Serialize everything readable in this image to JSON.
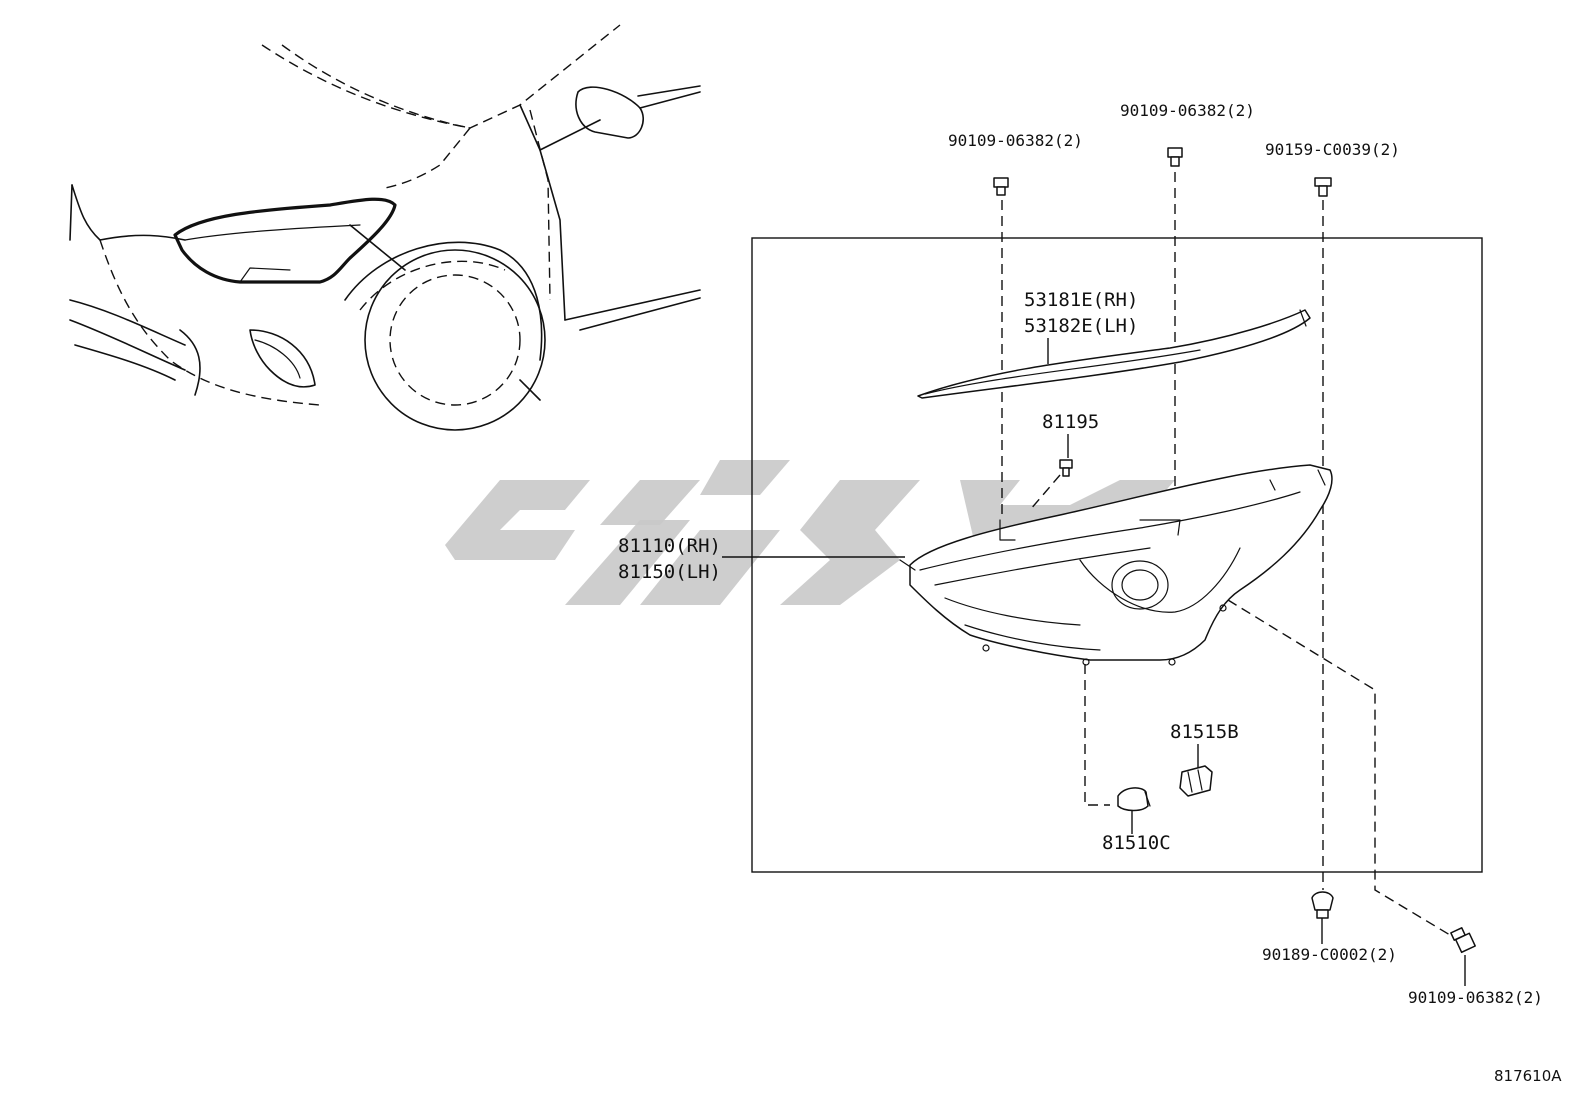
{
  "figure_code": "817610A",
  "parts": {
    "bolt_top_left": "90109-06382(2)",
    "bolt_top_center": "90109-06382(2)",
    "screw_top_right": "90159-C0039(2)",
    "garnish": [
      "53181E(RH)",
      "53182E(LH)"
    ],
    "clip": "81195",
    "headlamp_assy": [
      "81110(RH)",
      "81150(LH)"
    ],
    "socket": "81515B",
    "bulb": "81510C",
    "clip_bottom": "90189-C0002(2)",
    "bolt_bottom_right": "90109-06382(2)"
  }
}
